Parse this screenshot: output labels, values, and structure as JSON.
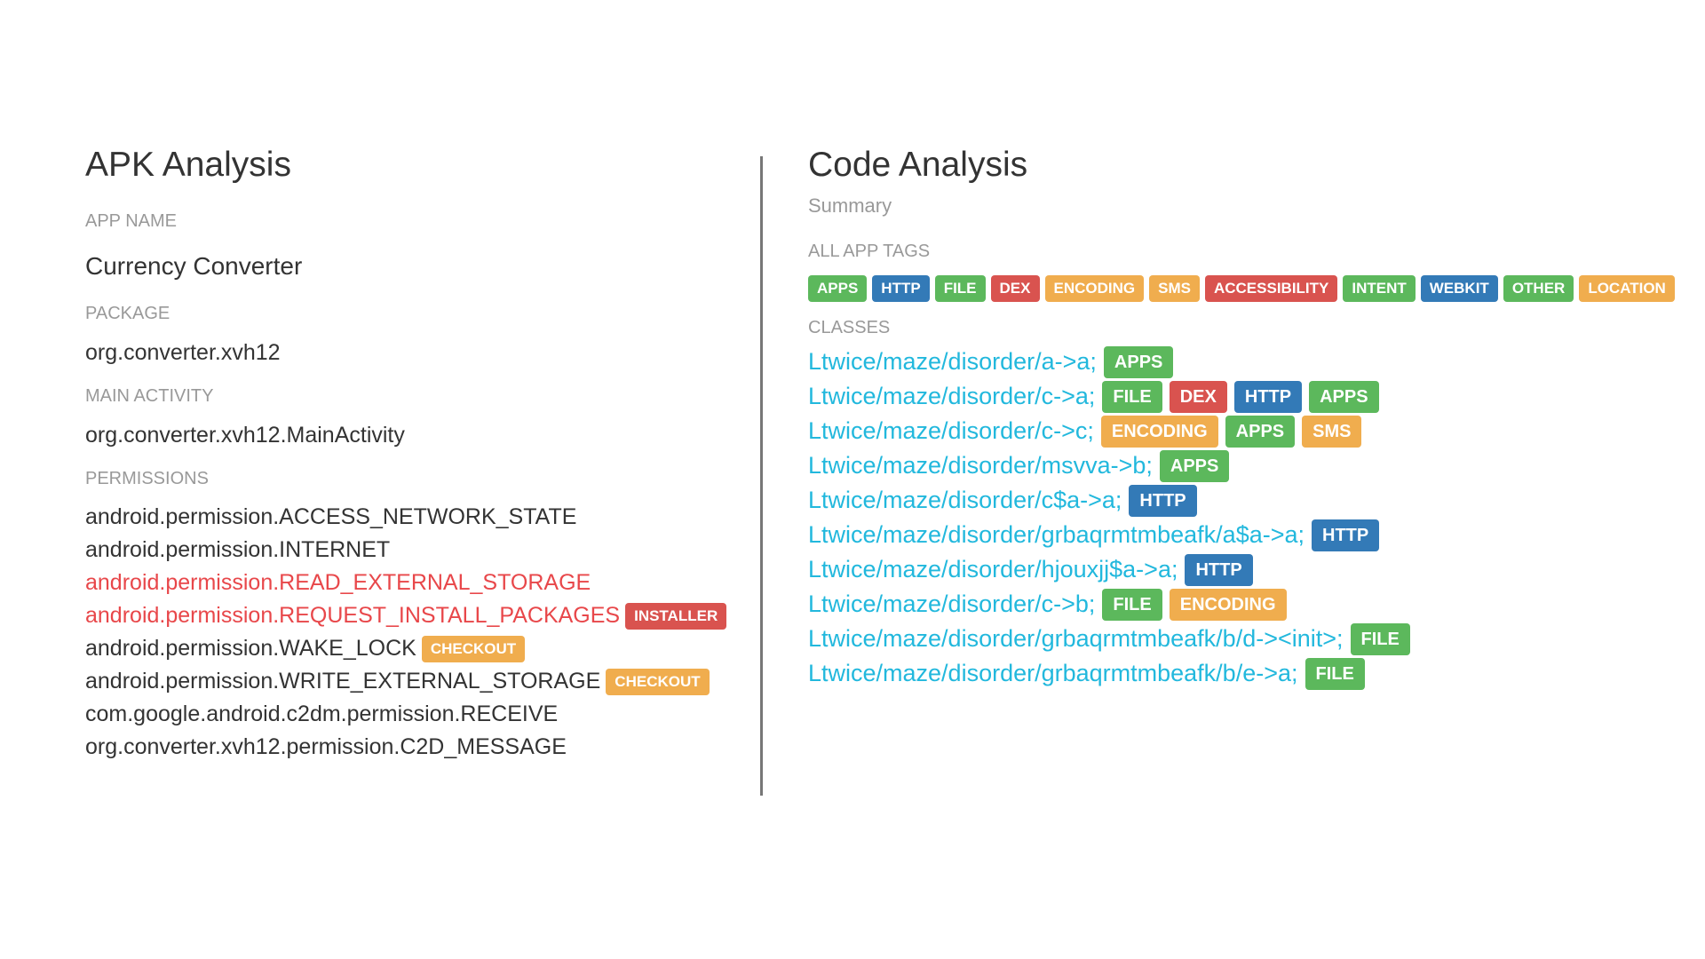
{
  "colors": {
    "green": "#5cb85c",
    "blue": "#337ab7",
    "red": "#d9534f",
    "orange": "#f0ad4e",
    "link": "#22b8dd",
    "danger_text": "#e8474a"
  },
  "apk": {
    "title": "APK Analysis",
    "app_name_label": "APP NAME",
    "app_name": "Currency Converter",
    "package_label": "PACKAGE",
    "package": "org.converter.xvh12",
    "main_activity_label": "MAIN ACTIVITY",
    "main_activity": "org.converter.xvh12.MainActivity",
    "permissions_label": "PERMISSIONS",
    "permissions": [
      {
        "name": "android.permission.ACCESS_NETWORK_STATE",
        "danger": false,
        "tags": []
      },
      {
        "name": "android.permission.INTERNET",
        "danger": false,
        "tags": []
      },
      {
        "name": "android.permission.READ_EXTERNAL_STORAGE",
        "danger": true,
        "tags": []
      },
      {
        "name": "android.permission.REQUEST_INSTALL_PACKAGES",
        "danger": true,
        "tags": [
          {
            "label": "INSTALLER",
            "color": "red"
          }
        ]
      },
      {
        "name": "android.permission.WAKE_LOCK",
        "danger": false,
        "tags": [
          {
            "label": "CHECKOUT",
            "color": "orange"
          }
        ]
      },
      {
        "name": "android.permission.WRITE_EXTERNAL_STORAGE",
        "danger": false,
        "tags": [
          {
            "label": "CHECKOUT",
            "color": "orange"
          }
        ]
      },
      {
        "name": "com.google.android.c2dm.permission.RECEIVE",
        "danger": false,
        "tags": []
      },
      {
        "name": "org.converter.xvh12.permission.C2D_MESSAGE",
        "danger": false,
        "tags": []
      }
    ]
  },
  "code": {
    "title": "Code Analysis",
    "subtitle": "Summary",
    "all_tags_label": "ALL APP TAGS",
    "all_tags": [
      {
        "label": "APPS",
        "color": "green"
      },
      {
        "label": "HTTP",
        "color": "blue"
      },
      {
        "label": "FILE",
        "color": "green"
      },
      {
        "label": "DEX",
        "color": "red"
      },
      {
        "label": "ENCODING",
        "color": "orange"
      },
      {
        "label": "SMS",
        "color": "orange"
      },
      {
        "label": "ACCESSIBILITY",
        "color": "red"
      },
      {
        "label": "INTENT",
        "color": "green"
      },
      {
        "label": "WEBKIT",
        "color": "blue"
      },
      {
        "label": "OTHER",
        "color": "green"
      },
      {
        "label": "LOCATION",
        "color": "orange"
      }
    ],
    "classes_label": "CLASSES",
    "classes": [
      {
        "name": "Ltwice/maze/disorder/a->a;",
        "tags": [
          {
            "label": "APPS",
            "color": "green"
          }
        ]
      },
      {
        "name": "Ltwice/maze/disorder/c->a;",
        "tags": [
          {
            "label": "FILE",
            "color": "green"
          },
          {
            "label": "DEX",
            "color": "red"
          },
          {
            "label": "HTTP",
            "color": "blue"
          },
          {
            "label": "APPS",
            "color": "green"
          }
        ]
      },
      {
        "name": "Ltwice/maze/disorder/c->c;",
        "tags": [
          {
            "label": "ENCODING",
            "color": "orange"
          },
          {
            "label": "APPS",
            "color": "green"
          },
          {
            "label": "SMS",
            "color": "orange"
          }
        ]
      },
      {
        "name": "Ltwice/maze/disorder/msvva->b;",
        "tags": [
          {
            "label": "APPS",
            "color": "green"
          }
        ]
      },
      {
        "name": "Ltwice/maze/disorder/c$a->a;",
        "tags": [
          {
            "label": "HTTP",
            "color": "blue"
          }
        ]
      },
      {
        "name": "Ltwice/maze/disorder/grbaqrmtmbeafk/a$a->a;",
        "tags": [
          {
            "label": "HTTP",
            "color": "blue"
          }
        ]
      },
      {
        "name": "Ltwice/maze/disorder/hjouxjj$a->a;",
        "tags": [
          {
            "label": "HTTP",
            "color": "blue"
          }
        ]
      },
      {
        "name": "Ltwice/maze/disorder/c->b;",
        "tags": [
          {
            "label": "FILE",
            "color": "green"
          },
          {
            "label": "ENCODING",
            "color": "orange"
          }
        ]
      },
      {
        "name": "Ltwice/maze/disorder/grbaqrmtmbeafk/b/d-><init>;",
        "tags": [
          {
            "label": "FILE",
            "color": "green"
          }
        ]
      },
      {
        "name": "Ltwice/maze/disorder/grbaqrmtmbeafk/b/e->a;",
        "tags": [
          {
            "label": "FILE",
            "color": "green"
          }
        ]
      }
    ]
  }
}
